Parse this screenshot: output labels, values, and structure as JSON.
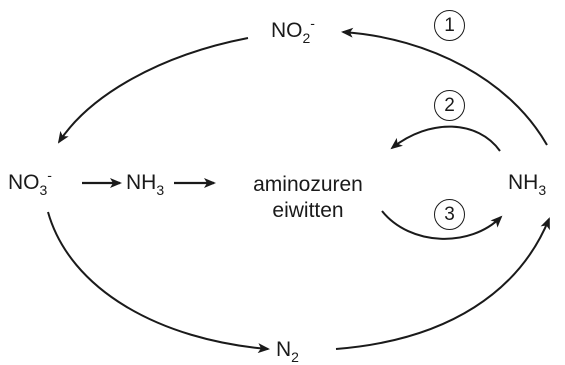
{
  "labels": {
    "no2_top": {
      "base": "NO",
      "sub": "2",
      "sup": "-"
    },
    "no3_left": {
      "base": "NO",
      "sub": "3",
      "sup": "-"
    },
    "nh3_middle": {
      "base": "NH",
      "sub": "3"
    },
    "amino_line1": "aminozuren",
    "amino_line2": "eiwitten",
    "nh3_right": {
      "base": "NH",
      "sub": "3"
    },
    "n2_bottom": {
      "base": "N",
      "sub": "2"
    }
  },
  "steps": [
    "1",
    "2",
    "3"
  ],
  "colors": {
    "ink": "#1a1a1a",
    "background": "#ffffff"
  }
}
